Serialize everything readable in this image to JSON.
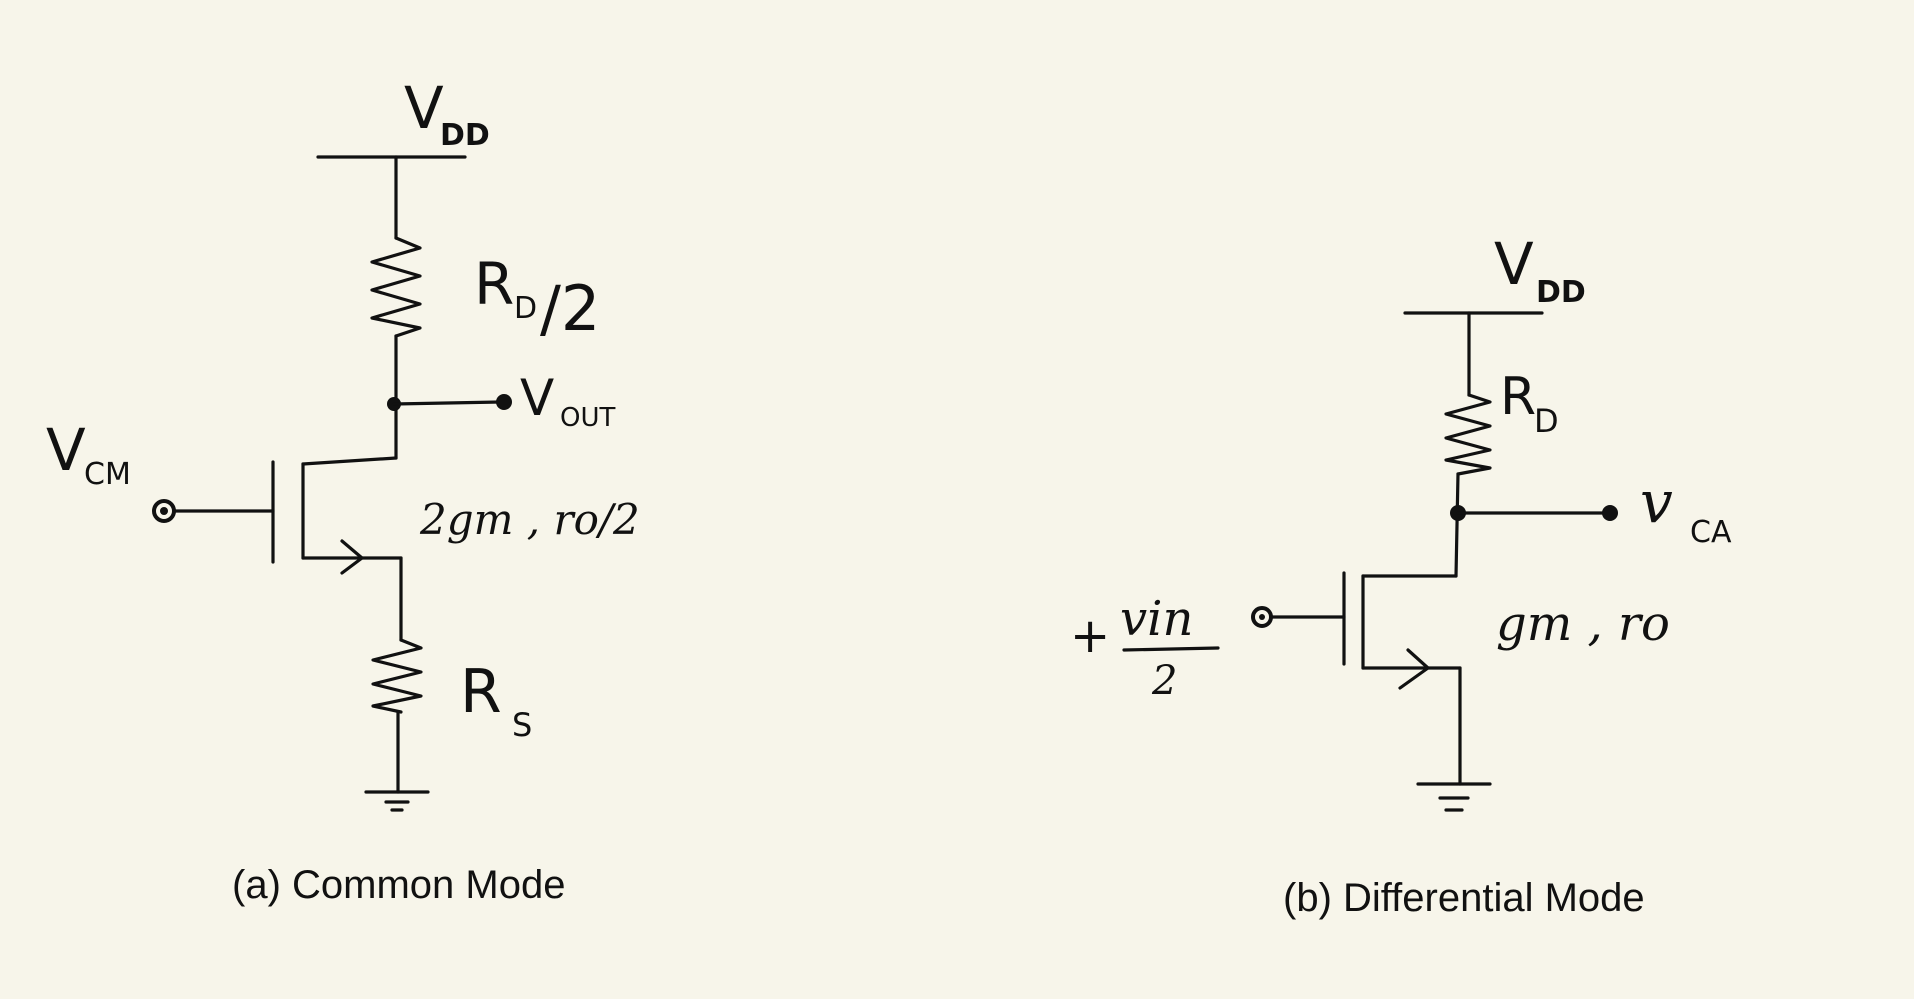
{
  "circuit_a": {
    "supply_main": "V",
    "supply_sub": "DD",
    "load_resistor": "R",
    "load_resistor_sub": "D",
    "load_resistor_suffix": "/2",
    "output_main": "V",
    "output_sub": "OUT",
    "input_main": "V",
    "input_sub": "CM",
    "transistor_params": "2gm , ro/2",
    "source_resistor": "R",
    "source_resistor_sub": "S",
    "caption": "(a) Common Mode"
  },
  "circuit_b": {
    "supply_main": "V",
    "supply_sub": "DD",
    "load_resistor": "R",
    "load_resistor_sub": "D",
    "output_main": "v",
    "output_sub": "CA",
    "input_sign": "+",
    "input_numerator": "vin",
    "input_denominator": "2",
    "transistor_params": "gm , ro",
    "caption": "(b) Differential Mode"
  }
}
